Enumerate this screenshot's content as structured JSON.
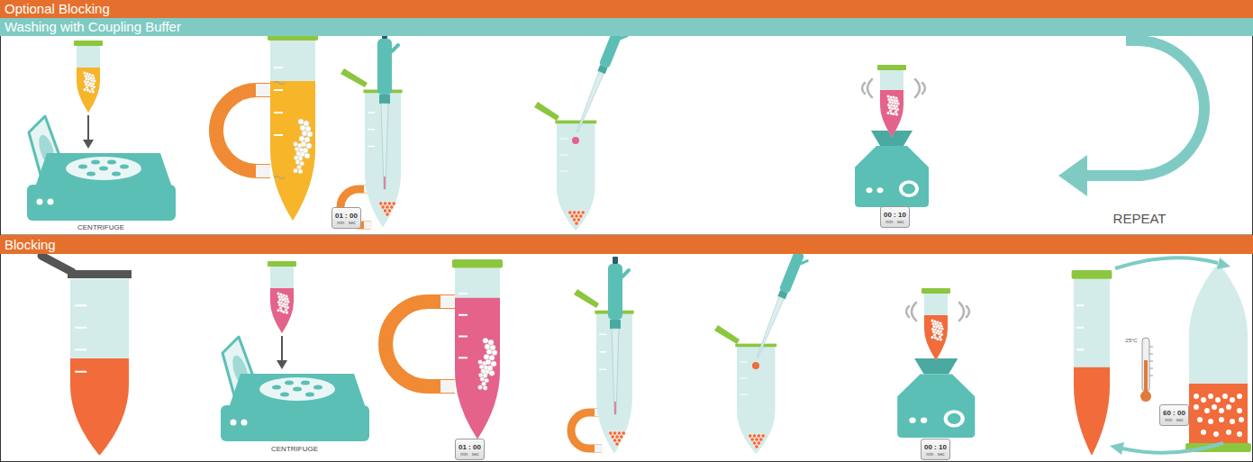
{
  "diagram": {
    "nodes": [
      {
        "text": [
          "Optional Blocking"
        ]
      },
      {
        "text": [
          "Washing with Coupling Buffer"
        ]
      },
      {
        "text": [
          "01 : 00",
          "min sec"
        ]
      },
      {
        "text": [
          "00 : 10",
          "min sec"
        ]
      },
      {
        "text": [
          "Blocking"
        ]
      },
      {
        "text": [
          "01 : 00",
          "min sec"
        ]
      },
      {
        "text": [
          "00 : 10",
          "min sec"
        ]
      },
      {
        "text": [
          "60 : 00",
          "min sec"
        ]
      }
    ],
    "labels": [
      "CENTRIFUGE",
      "REPEAT",
      "CENTRIFUGE",
      "25°C"
    ]
  }
}
